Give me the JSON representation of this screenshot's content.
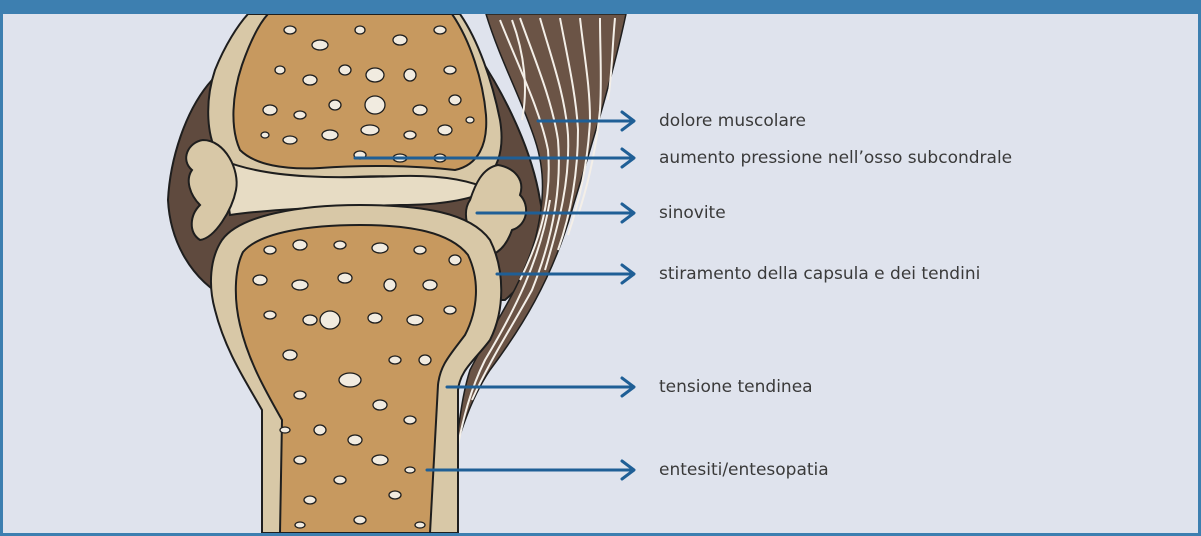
{
  "colors": {
    "frame": "#3d7fb0",
    "background": "#dfe3ed",
    "bone_marrow": "#c7995f",
    "cortex": "#d8c8a7",
    "capsule": "#5f4a3e",
    "tendon": "#6b5446",
    "arrow": "#1f5f96",
    "outline": "#222222"
  },
  "labels": [
    {
      "id": "dolore-muscolare",
      "text": "dolore muscolare"
    },
    {
      "id": "aumento-pressione",
      "text": "aumento pressione nell’osso subcondrale"
    },
    {
      "id": "sinovite",
      "text": "sinovite"
    },
    {
      "id": "stiramento-capsula",
      "text": "stiramento della capsula e dei tendini"
    },
    {
      "id": "tensione-tendinea",
      "text": "tensione tendinea"
    },
    {
      "id": "entesiti",
      "text": "entesiti/entesopatia"
    }
  ]
}
